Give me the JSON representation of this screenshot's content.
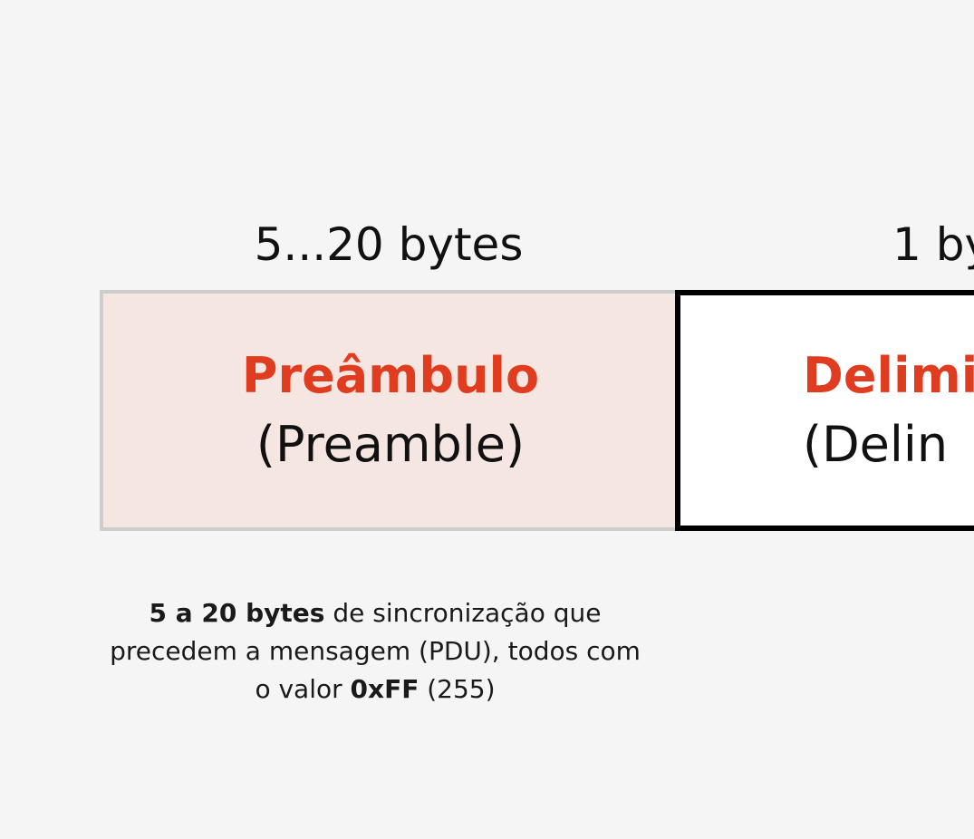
{
  "colors": {
    "background": "#f5f5f5",
    "field_name": "#e03c1f",
    "preamble_fill": "#f6e6e1",
    "preamble_border": "#cdcdcd",
    "delimiter_fill": "#ffffff",
    "delimiter_border": "#000000"
  },
  "fields": [
    {
      "size": "5...20 bytes",
      "name": "Preâmbulo",
      "english": "(Preamble)",
      "description": {
        "bold1": "5 a 20 bytes",
        "text1": " de sincronização que precedem a mensagem (PDU), todos com o valor ",
        "bold2": "0xFF",
        "text2": " (255)"
      }
    },
    {
      "size": "1 by",
      "name": "Delimi",
      "english": "(Delin"
    }
  ]
}
